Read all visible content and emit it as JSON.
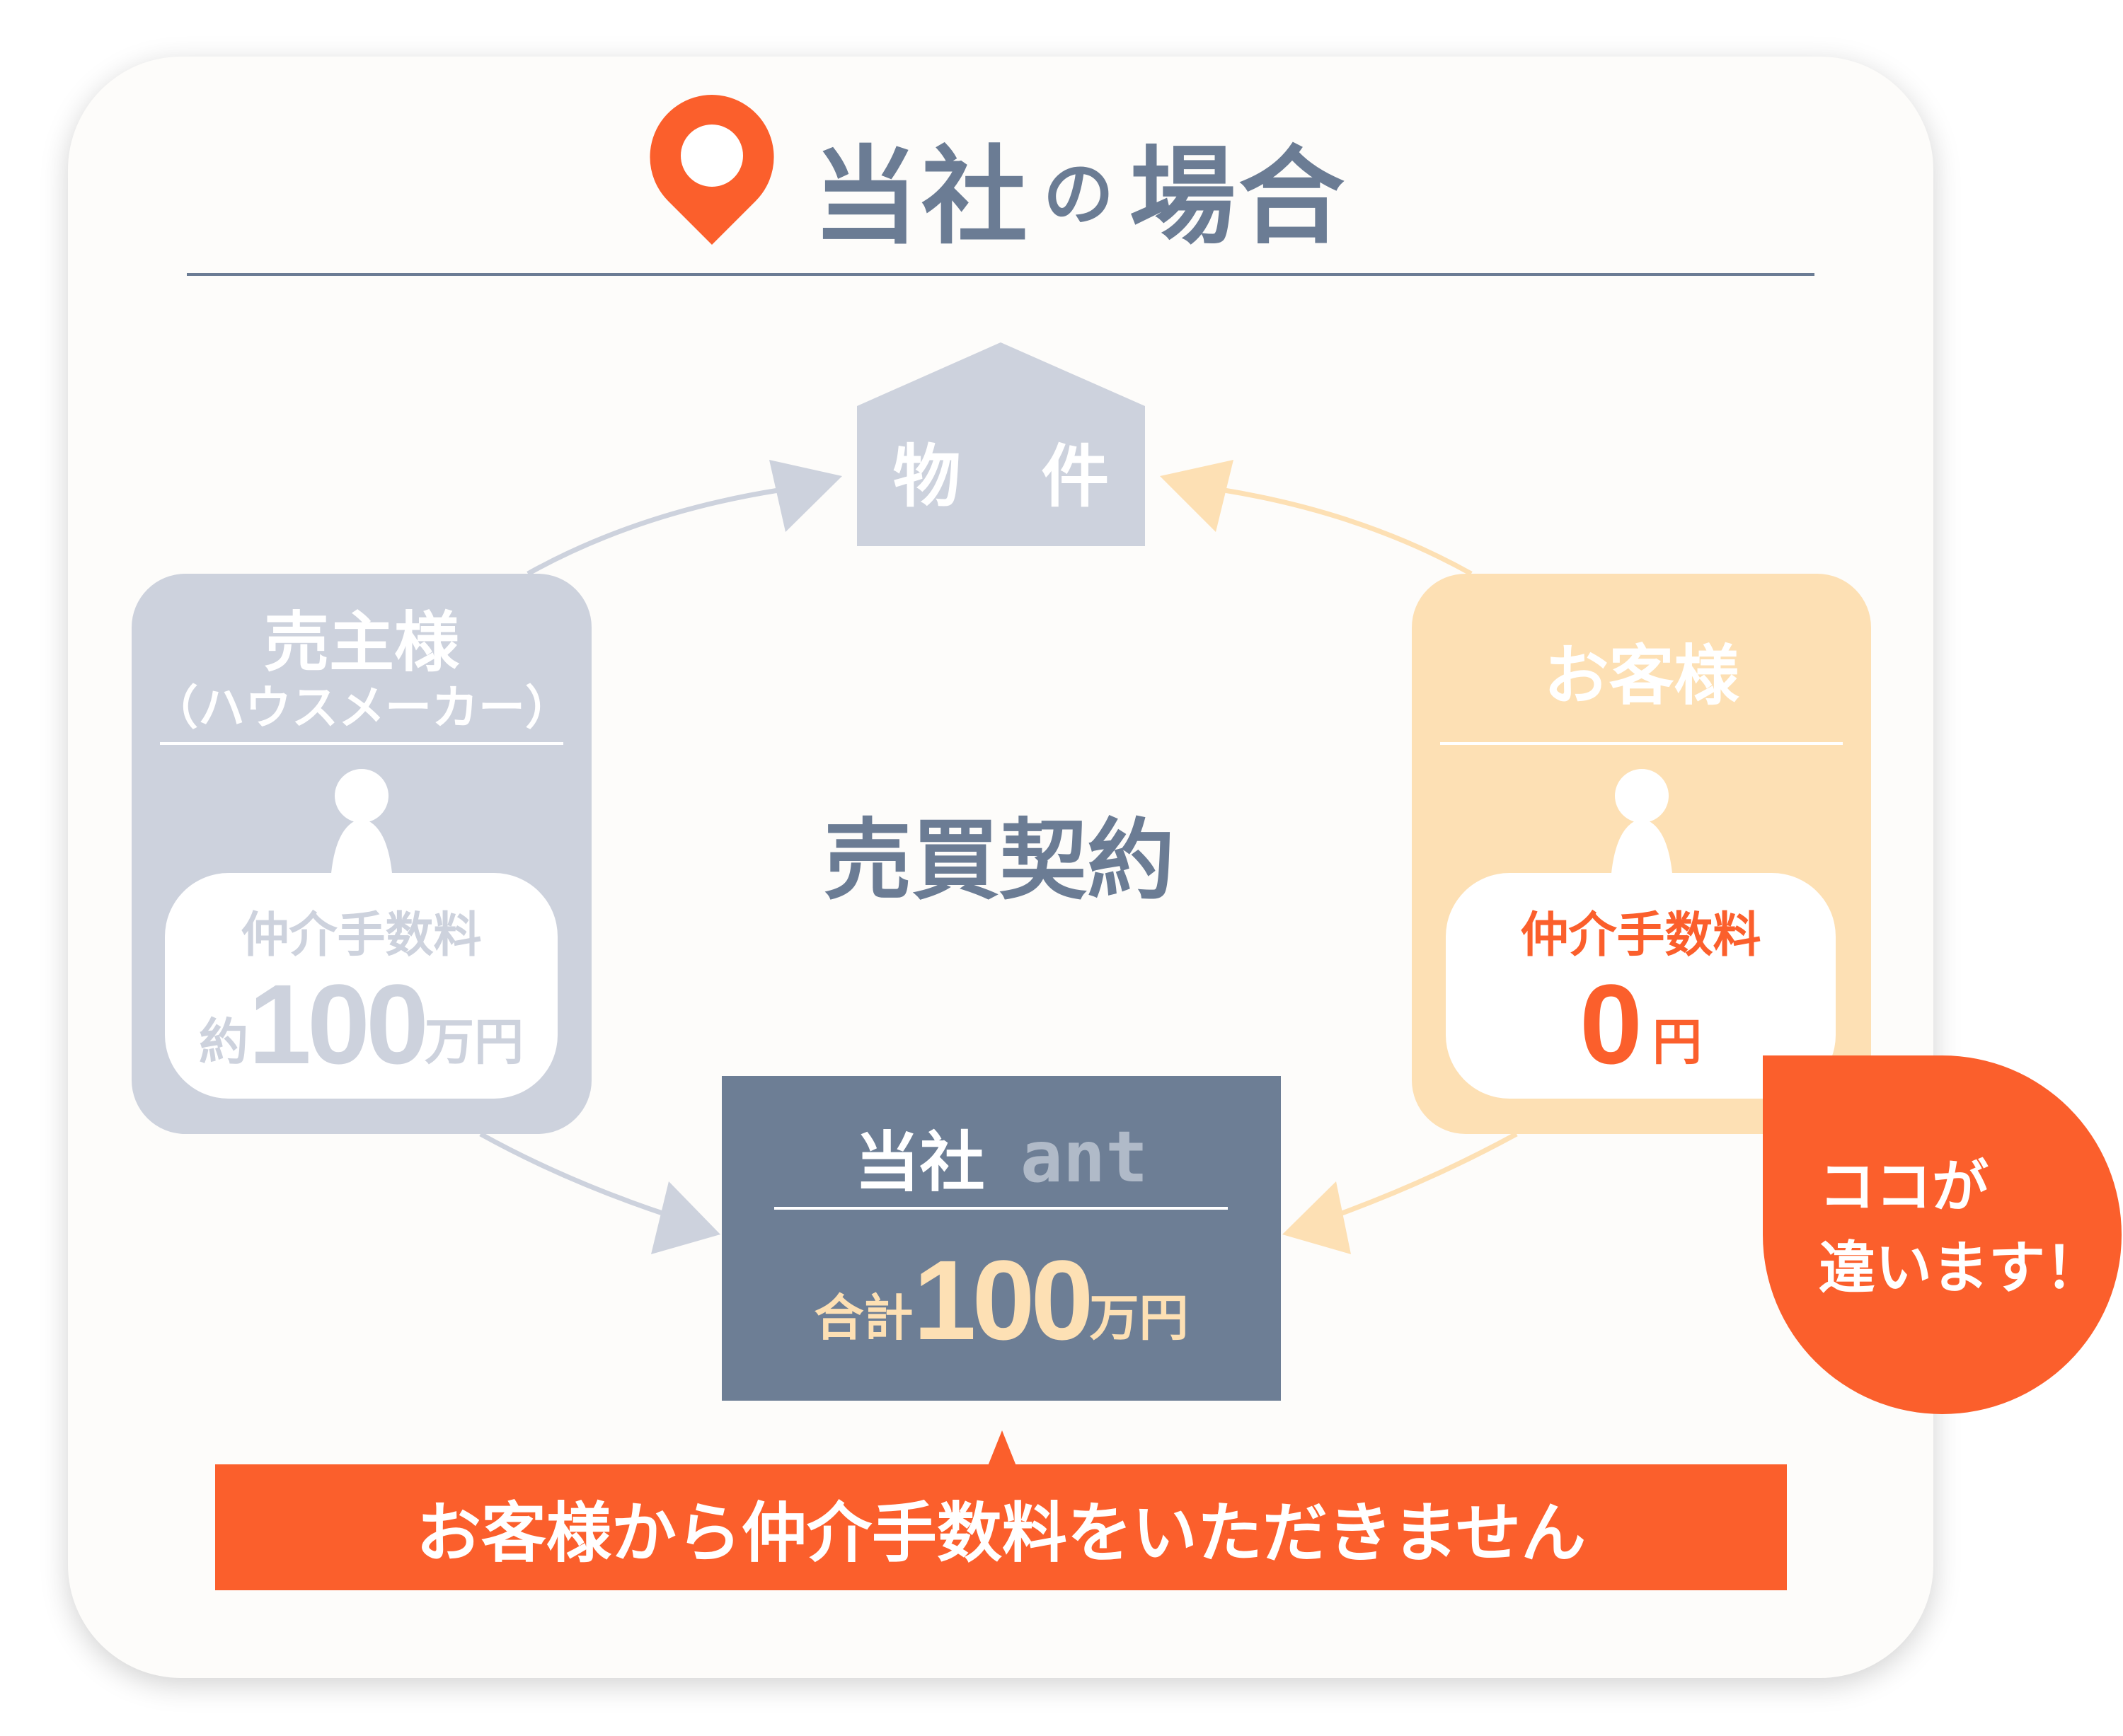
{
  "title": {
    "prefix": "当社",
    "particle": "の",
    "suffix": "場合"
  },
  "property": {
    "label": "物 件"
  },
  "seller": {
    "title": "売主様",
    "subtitle": "（ハウスメーカー）",
    "fee_label": "仲介手数料",
    "fee_prefix": "約",
    "fee_value": "100",
    "fee_unit": "万円"
  },
  "customer": {
    "title": "お客様",
    "fee_label": "仲介手数料",
    "fee_value": "0",
    "fee_unit": "円"
  },
  "contract": {
    "label": "売買契約"
  },
  "company": {
    "title": "当社",
    "logo": "ant",
    "total_label": "合計",
    "total_value": "100",
    "total_unit": "万円"
  },
  "callout": {
    "line1": "ココが",
    "line2": "違います！"
  },
  "banner": {
    "text": "お客様から仲介手数料をいただきません"
  },
  "colors": {
    "slate": "#6d7e95",
    "gray": "#cdd2dd",
    "peach": "#fde0b4",
    "orange": "#fb5f2c",
    "bg": "#fdfcfa"
  }
}
